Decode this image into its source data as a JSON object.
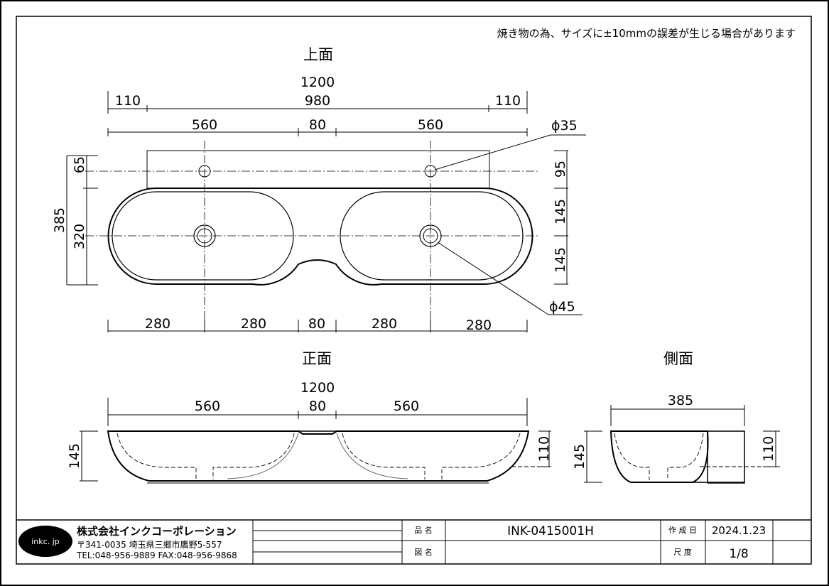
{
  "note": "焼き物の為、サイズに±10mmの誤差が生じる場合があります",
  "views": {
    "top": "上面",
    "front": "正面",
    "side": "側面"
  },
  "top_view": {
    "overall_width": "1200",
    "top_segments": [
      "110",
      "980",
      "110"
    ],
    "mid_segments": [
      "560",
      "80",
      "560"
    ],
    "bottom_segments": [
      "280",
      "280",
      "80",
      "280",
      "280"
    ],
    "left_total": "385",
    "left_upper": "65",
    "left_lower": "320",
    "right_dims": [
      "95",
      "145",
      "145"
    ],
    "faucet_hole": "ϕ35",
    "drain_hole": "ϕ45"
  },
  "front_view": {
    "overall_width": "1200",
    "segments": [
      "560",
      "80",
      "560"
    ],
    "height": "145",
    "right_height": "110"
  },
  "side_view": {
    "depth": "385",
    "height": "145",
    "right_height": "110"
  },
  "title_block": {
    "logo": "inkc. jp",
    "company": "株式会社インクコーポレーション",
    "address": "〒341-0035 埼玉県三郷市鷹野5-557",
    "tel_fax": "TEL:048-956-9889  FAX:048-956-9868",
    "product_label": "品 名",
    "product_value": "INK-0415001H",
    "drawing_label": "図 名",
    "drawing_value": "",
    "created_label": "作 成 日",
    "created_value": "2024.1.23",
    "scale_label": "尺 度",
    "scale_value": "1/8"
  }
}
